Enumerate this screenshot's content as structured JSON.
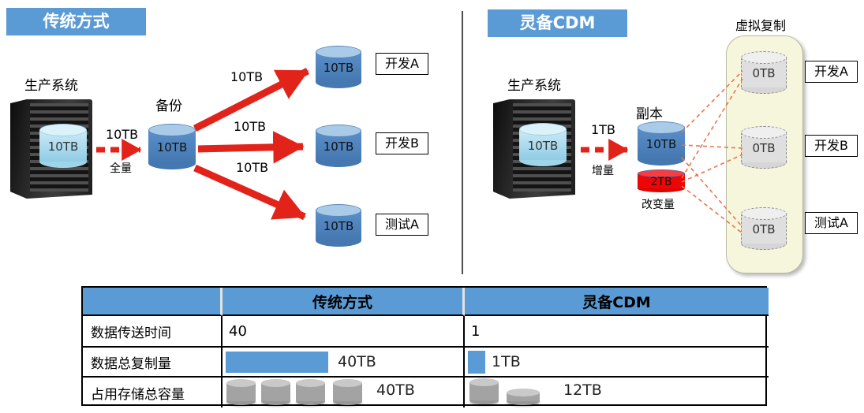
{
  "left_panel": {
    "title": "传统方式",
    "source_label": "生产系统",
    "source_capacity": "10TB",
    "transfer_label": "10TB",
    "transfer_sublabel": "全量",
    "backup_label": "备份",
    "backup_capacity": "10TB",
    "branches": [
      {
        "transfer_label": "10TB",
        "capacity": "10TB",
        "target_label": "开发A"
      },
      {
        "transfer_label": "10TB",
        "capacity": "10TB",
        "target_label": "开发B"
      },
      {
        "transfer_label": "10TB",
        "capacity": "10TB",
        "target_label": "测试A"
      }
    ]
  },
  "right_panel": {
    "title": "灵备CDM",
    "source_label": "生产系统",
    "source_capacity": "10TB",
    "transfer_label": "1TB",
    "transfer_sublabel": "增量",
    "replica_label": "副本",
    "replica_capacity": "10TB",
    "change_capacity": "2TB",
    "change_label": "改变量",
    "virtual_group_title": "虚拟复制",
    "virtual_copies": [
      {
        "capacity": "0TB",
        "target_label": "开发A"
      },
      {
        "capacity": "0TB",
        "target_label": "开发B"
      },
      {
        "capacity": "0TB",
        "target_label": "测试A"
      }
    ]
  },
  "comparison_table": {
    "column_headers": [
      "传统方式",
      "灵备CDM"
    ],
    "rows": [
      {
        "label": "数据传送时间",
        "traditional_value": "40",
        "cdm_value": "1"
      },
      {
        "label": "数据总复制量",
        "traditional_value": "40TB",
        "cdm_value": "1TB"
      },
      {
        "label": "占用存储总容量",
        "traditional_value": "40TB",
        "cdm_value": "12TB"
      }
    ],
    "storage_icons": {
      "traditional_cylinders": 4,
      "cdm_cylinders": 2
    }
  },
  "colors": {
    "accent_blue": "#5B9BD5",
    "cylinder_blue": "#4578B0",
    "cylinder_skyblue": "#A5DCEF",
    "cylinder_red": "#EE0505",
    "cylinder_gray": "#A3A3A3",
    "arrow_red": "#E2231A",
    "connector_orange": "#E8764C",
    "virtual_box_bg": "#F6F6DD"
  }
}
